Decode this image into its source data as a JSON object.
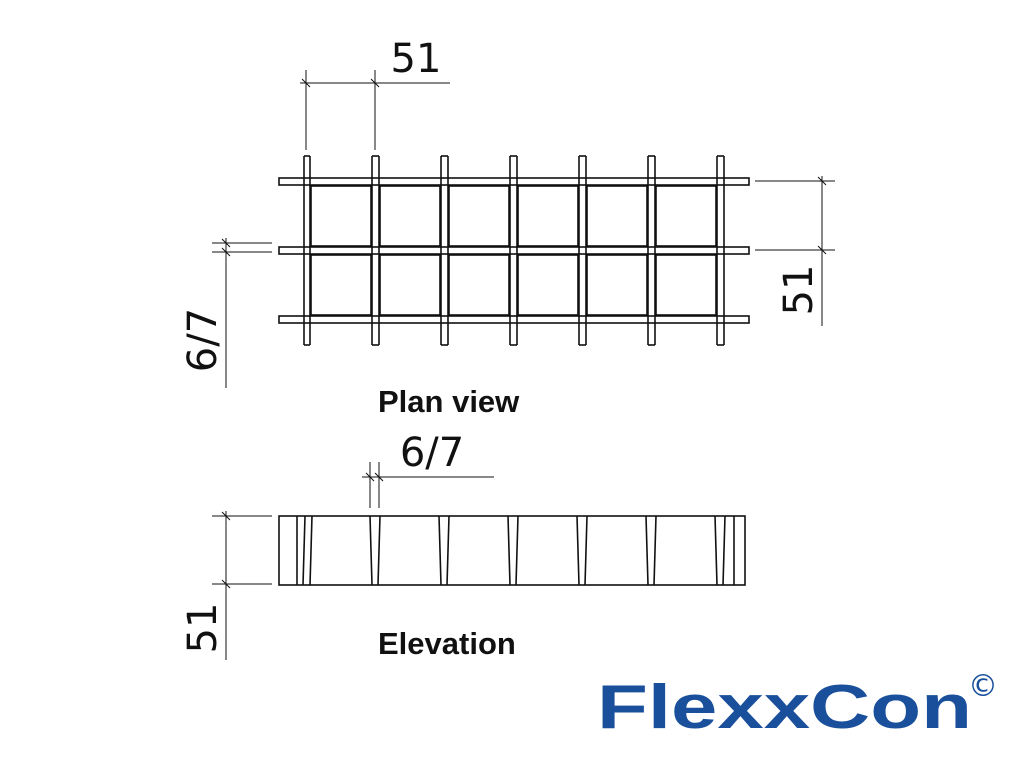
{
  "plan": {
    "caption": "Plan view",
    "dim_pitch_top": "51",
    "dim_bar_left": "6/7",
    "dim_pitch_right": "51"
  },
  "elevation": {
    "caption": "Elevation",
    "dim_bar_top": "6/7",
    "dim_height_left": "51"
  },
  "logo": {
    "text": "FlexxCon",
    "copyright": "©",
    "brand_color": "#1a4f9c"
  }
}
